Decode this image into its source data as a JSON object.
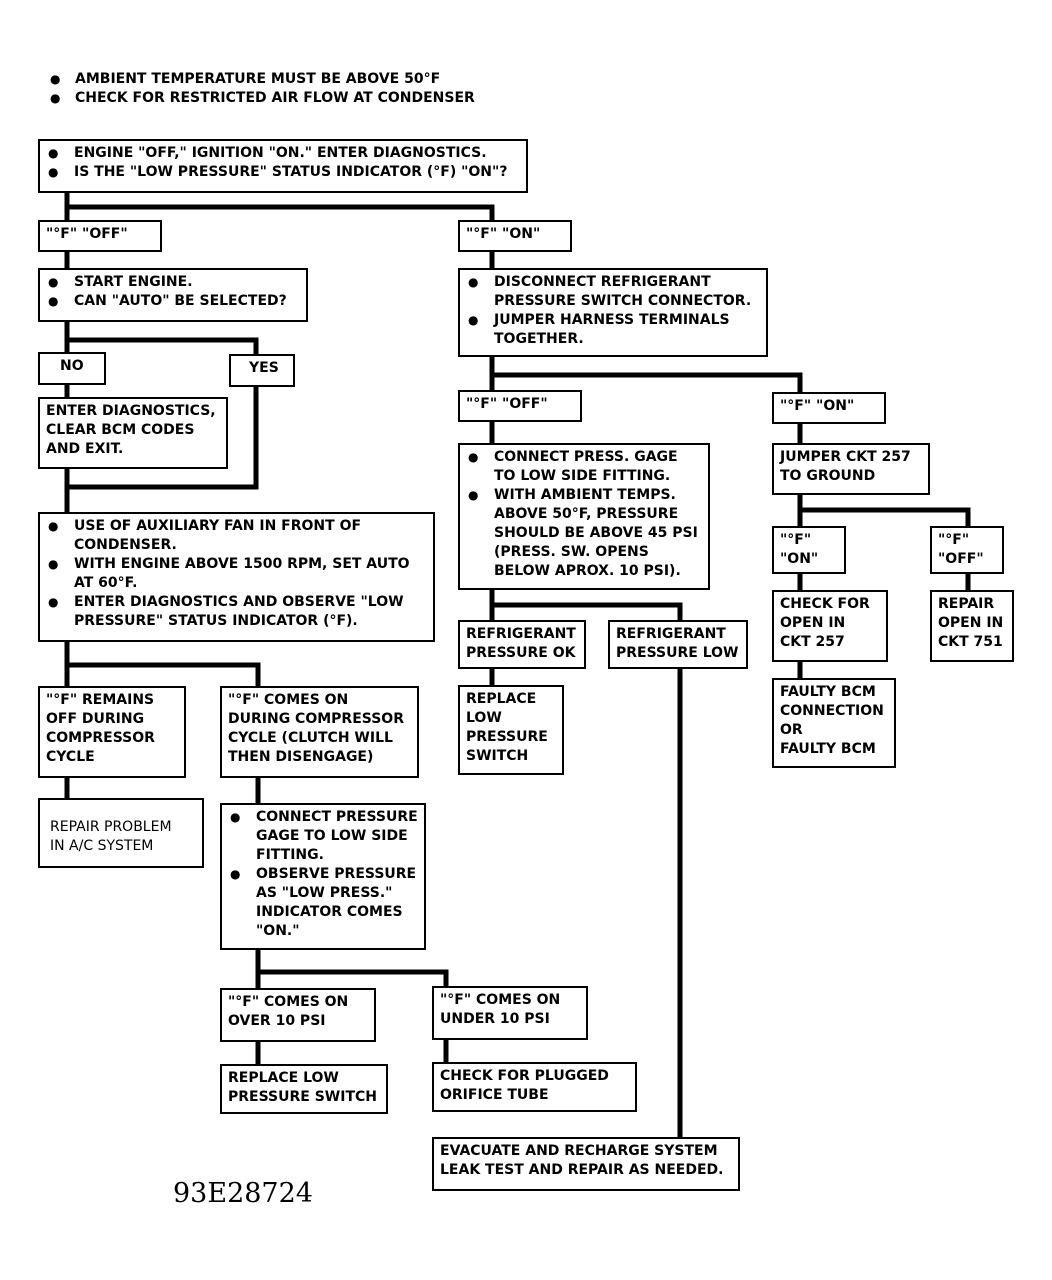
{
  "notes": [
    "AMBIENT TEMPERATURE MUST BE ABOVE 50°F",
    "CHECK FOR RESTRICTED AIR FLOW AT CONDENSER"
  ],
  "steps": {
    "start": [
      "ENGINE \"OFF,\" IGNITION \"ON.\" ENTER DIAGNOSTICS.",
      "IS THE \"LOW PRESSURE\" STATUS INDICATOR (°F) \"ON\"?"
    ],
    "f_off": "\"°F\" \"OFF\"",
    "f_on": "\"°F\" \"ON\"",
    "start_engine": [
      "START ENGINE.",
      "CAN \"AUTO\" BE SELECTED?"
    ],
    "no": "NO",
    "yes": "YES",
    "clear_codes": [
      "ENTER DIAGNOSTICS,",
      "CLEAR BCM CODES",
      "AND EXIT."
    ],
    "aux_fan": [
      [
        "USE OF AUXILIARY FAN IN FRONT OF",
        "CONDENSER."
      ],
      [
        "WITH ENGINE ABOVE 1500 RPM, SET AUTO",
        "AT 60°F."
      ],
      [
        "ENTER DIAGNOSTICS AND OBSERVE \"LOW",
        "PRESSURE\" STATUS INDICATOR (°F)."
      ]
    ],
    "f_remains_off": [
      "\"°F\" REMAINS",
      "OFF DURING",
      "COMPRESSOR",
      "CYCLE"
    ],
    "f_comes_on": [
      "\"°F\" COMES ON",
      "DURING COMPRESSOR",
      "CYCLE (CLUTCH WILL",
      "THEN DISENGAGE)"
    ],
    "repair_problem": [
      "REPAIR PROBLEM",
      "IN A/C SYSTEM"
    ],
    "connect_gage": [
      [
        "CONNECT PRESSURE",
        "GAGE TO LOW SIDE",
        "FITTING."
      ],
      [
        "OBSERVE PRESSURE",
        "AS \"LOW PRESS.\"",
        "INDICATOR COMES",
        "\"ON.\""
      ]
    ],
    "over_10": [
      "\"°F\" COMES ON",
      "OVER 10 PSI"
    ],
    "under_10": [
      "\"°F\" COMES ON",
      "UNDER 10 PSI"
    ],
    "replace_low_switch": [
      "REPLACE LOW",
      "PRESSURE SWITCH"
    ],
    "orifice": [
      "CHECK FOR PLUGGED",
      "ORIFICE TUBE"
    ],
    "evacuate": [
      "EVACUATE AND RECHARGE SYSTEM",
      "LEAK TEST AND REPAIR AS NEEDED."
    ],
    "disconnect": [
      [
        "DISCONNECT REFRIGERANT",
        "PRESSURE SWITCH CONNECTOR."
      ],
      [
        "JUMPER HARNESS TERMINALS",
        "TOGETHER."
      ]
    ],
    "f_off_2": "\"°F\" \"OFF\"",
    "f_on_2": "\"°F\" \"ON\"",
    "connect_press": [
      [
        "CONNECT PRESS. GAGE",
        "TO LOW SIDE FITTING."
      ],
      [
        "WITH AMBIENT TEMPS.",
        "ABOVE 50°F, PRESSURE",
        "SHOULD BE ABOVE 45 PSI",
        "(PRESS. SW. OPENS",
        "BELOW APROX. 10 PSI)."
      ]
    ],
    "refrig_ok": [
      "REFRIGERANT",
      "PRESSURE OK"
    ],
    "refrig_low": [
      "REFRIGERANT",
      "PRESSURE LOW"
    ],
    "replace_switch": [
      "REPLACE",
      "LOW",
      "PRESSURE",
      "SWITCH"
    ],
    "jumper_257": [
      "JUMPER CKT 257",
      "TO GROUND"
    ],
    "f_on_3": [
      "\"°F\"",
      "\"ON\""
    ],
    "f_off_3": [
      "\"°F\"",
      "\"OFF\""
    ],
    "check_open_257": [
      "CHECK FOR",
      "OPEN IN",
      "CKT 257"
    ],
    "repair_open_751": [
      "REPAIR",
      "OPEN IN",
      "CKT 751"
    ],
    "faulty_bcm": [
      "FAULTY BCM",
      "CONNECTION",
      "OR",
      "FAULTY BCM"
    ]
  },
  "figure_id": "93E28724"
}
